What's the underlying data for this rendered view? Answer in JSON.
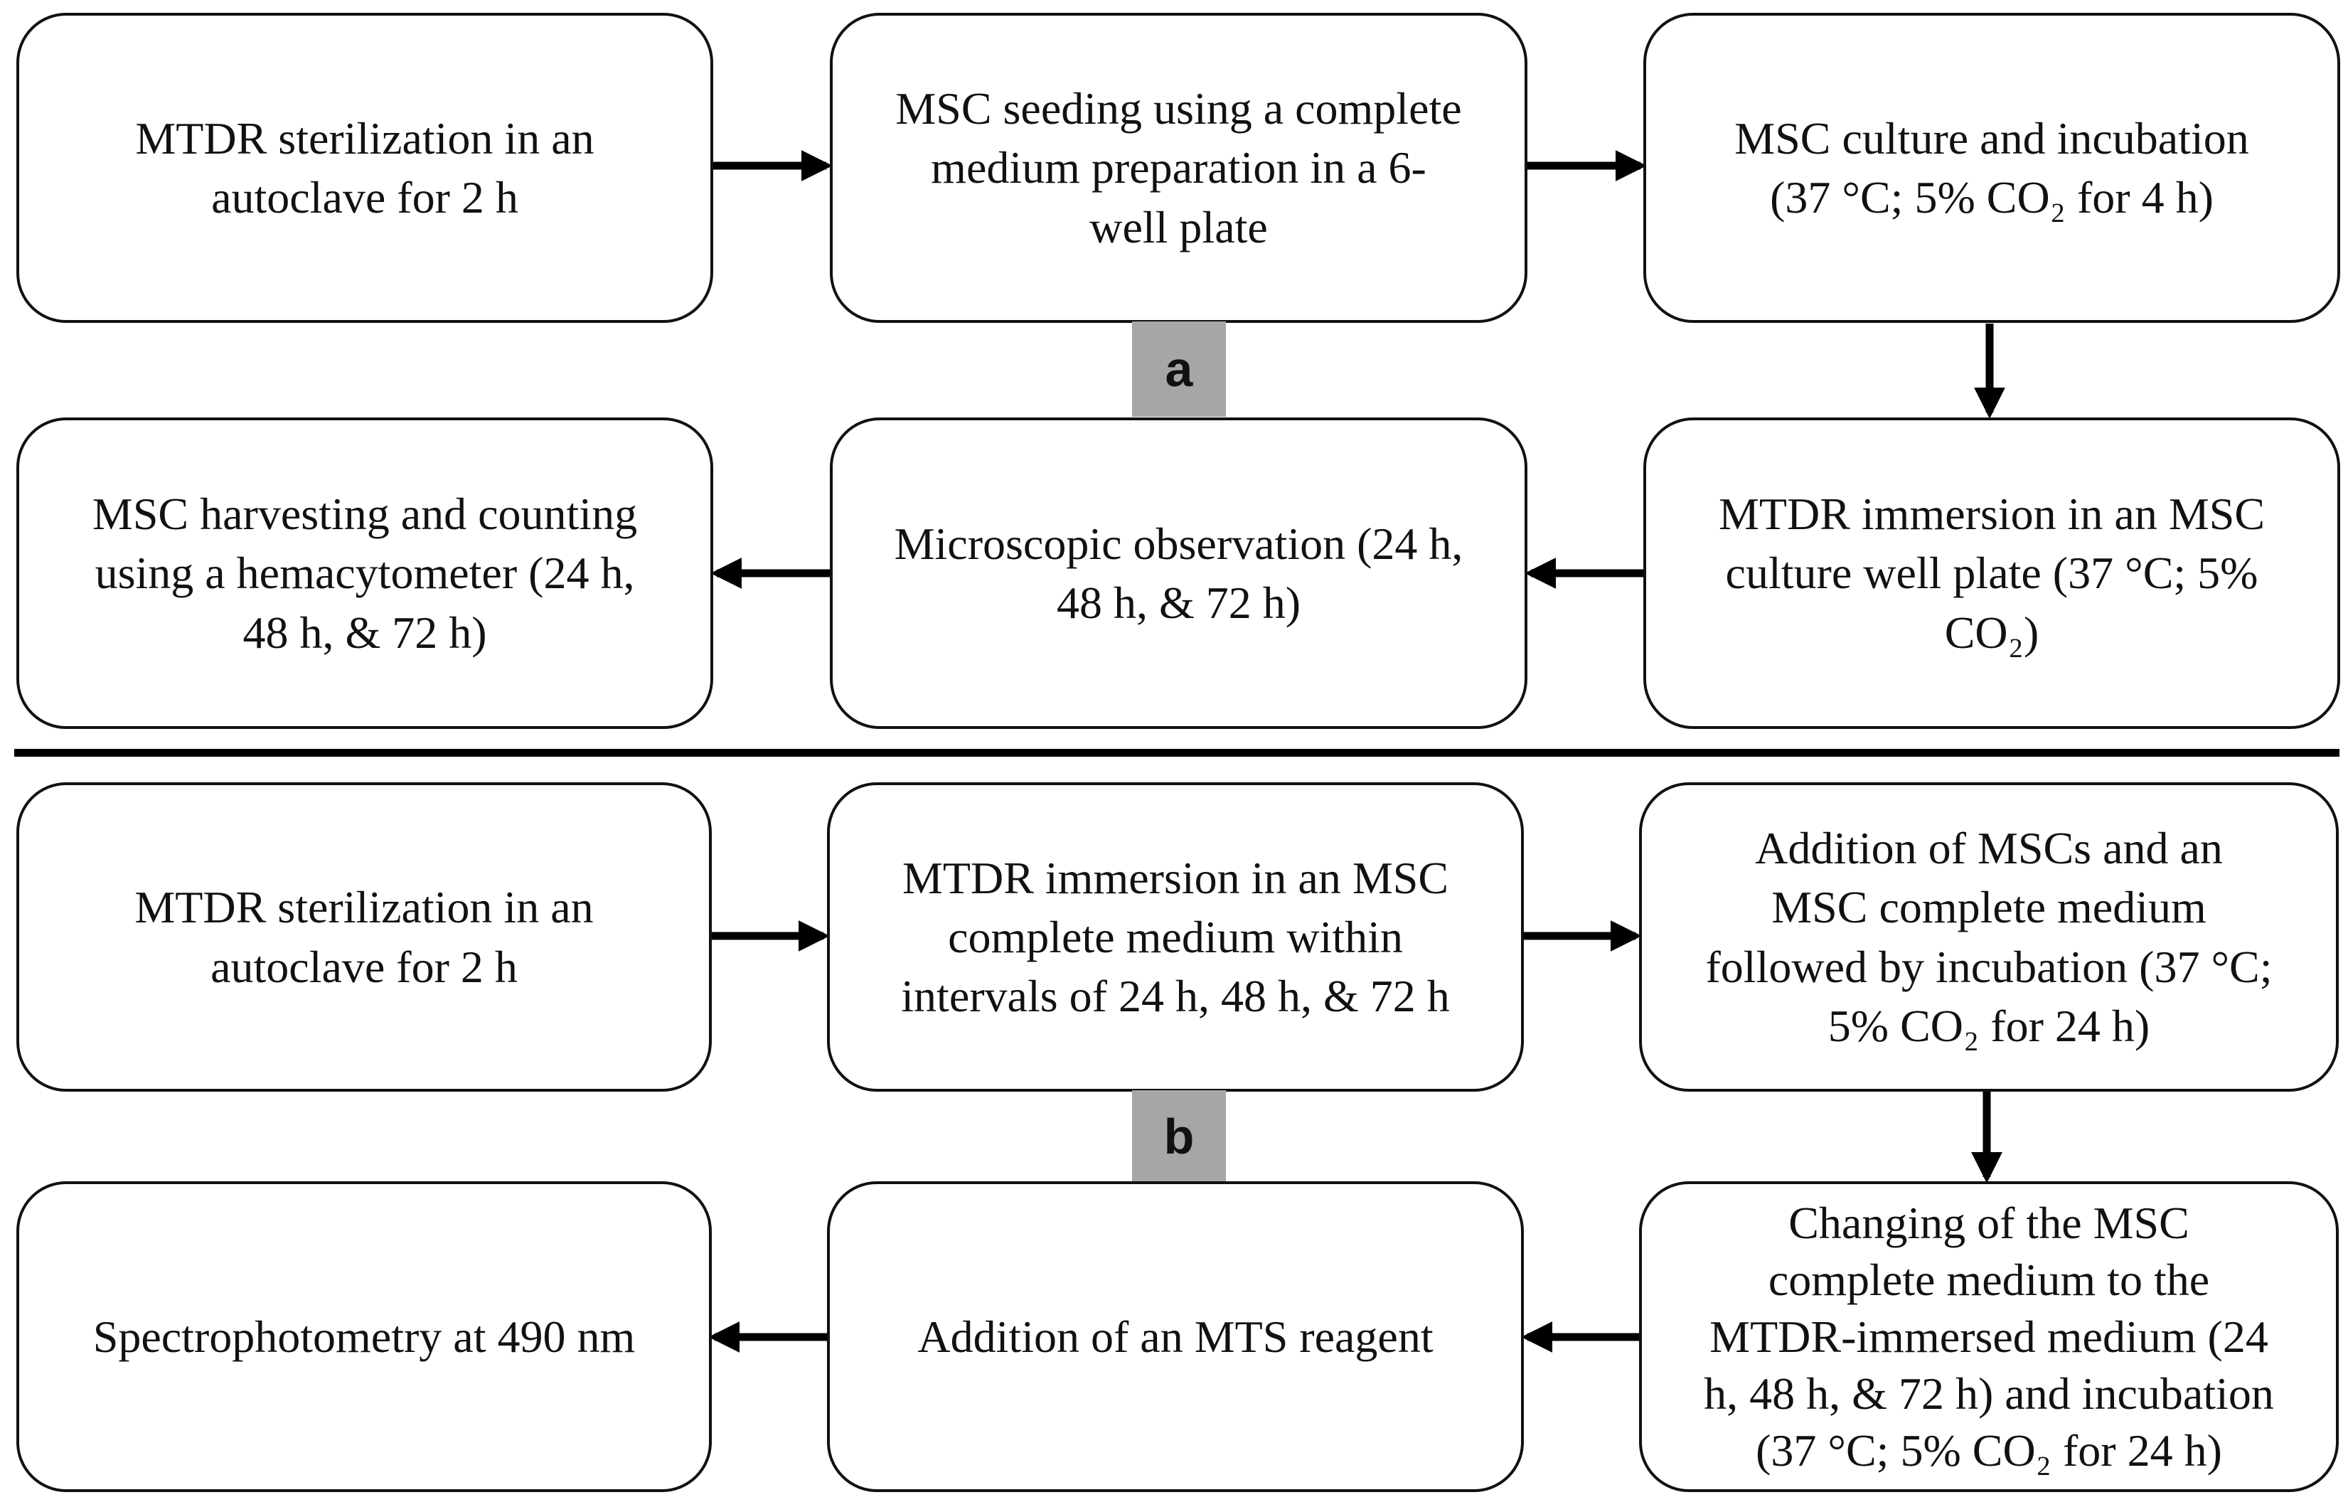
{
  "panel_a": {
    "label": "a",
    "steps": [
      {
        "line1": "MTDR sterilization in an",
        "line2": "autoclave for 2 h",
        "line3": ""
      },
      {
        "line1": "MSC seeding using a complete",
        "line2": "medium preparation in a 6-",
        "line3": "well plate"
      },
      {
        "line1": "MSC culture and incubation",
        "line2": "(37 °C; 5% CO₂ for 4 h)",
        "line3": ""
      },
      {
        "line1": "MTDR immersion in an MSC",
        "line2": "culture well plate (37 °C; 5%",
        "line3": "CO₂)"
      },
      {
        "line1": "Microscopic observation (24 h,",
        "line2": "48 h, & 72 h)",
        "line3": ""
      },
      {
        "line1": "MSC harvesting and counting",
        "line2": "using a hemacytometer (24 h,",
        "line3": "48 h, & 72 h)"
      }
    ]
  },
  "panel_b": {
    "label": "b",
    "steps": [
      {
        "line1": "MTDR sterilization in an",
        "line2": "autoclave for 2 h",
        "line3": "",
        "line4": "",
        "line5": ""
      },
      {
        "line1": "MTDR immersion in an MSC",
        "line2": "complete medium within",
        "line3": "intervals of 24 h, 48 h, & 72 h",
        "line4": "",
        "line5": ""
      },
      {
        "line1": "Addition of MSCs and an",
        "line2": "MSC complete medium",
        "line3": "followed by incubation (37 °C;",
        "line4": "5% CO₂ for 24 h)",
        "line5": ""
      },
      {
        "line1": "Changing of the MSC",
        "line2": "complete medium to the",
        "line3": "MTDR-immersed medium (24",
        "line4": "h, 48 h, & 72 h) and incubation",
        "line5": "(37 °C; 5% CO₂ for 24 h)"
      },
      {
        "line1": "Addition of an MTS reagent",
        "line2": "",
        "line3": "",
        "line4": "",
        "line5": ""
      },
      {
        "line1": "Spectrophotometry at 490 nm",
        "line2": "",
        "line3": "",
        "line4": "",
        "line5": ""
      }
    ]
  },
  "colors": {
    "box_border": "#111111",
    "arrow": "#000000",
    "label_bg": "#a6a6a6",
    "divider": "#000000"
  }
}
